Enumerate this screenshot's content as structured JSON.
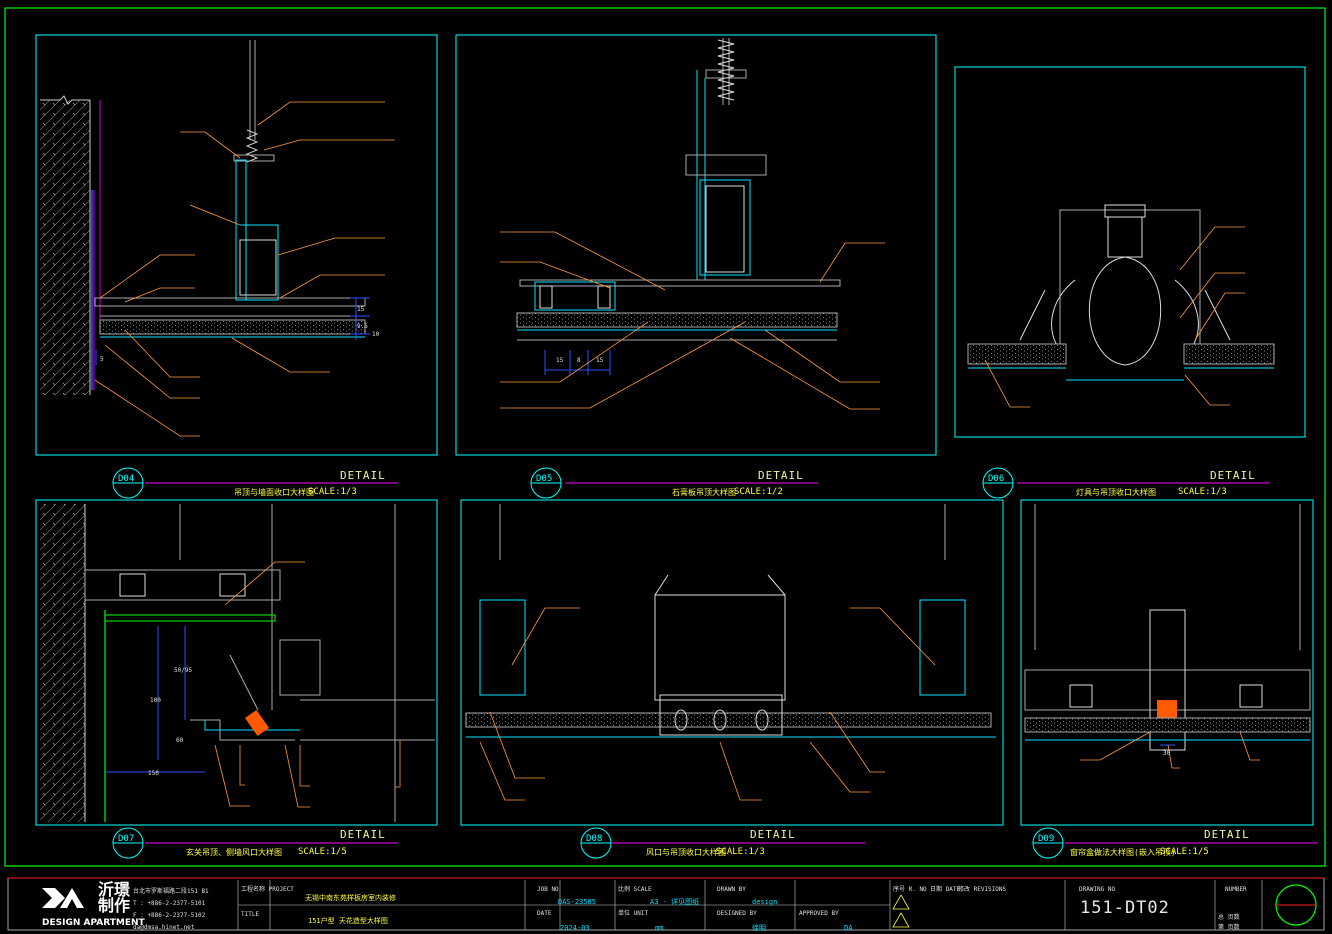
{
  "details": [
    {
      "id": "D04",
      "word": "DETAIL",
      "title": "吊顶与墙面收口大样图",
      "scale": "SCALE:1/3"
    },
    {
      "id": "D05",
      "word": "DETAIL",
      "title": "石膏板吊顶大样图",
      "scale": "SCALE:1/2"
    },
    {
      "id": "D06",
      "word": "DETAIL",
      "title": "灯具与吊顶收口大样图",
      "scale": "SCALE:1/3"
    },
    {
      "id": "D07",
      "word": "DETAIL",
      "title": "玄关吊顶、侧墙风口大样图",
      "scale": "SCALE:1/5"
    },
    {
      "id": "D08",
      "word": "DETAIL",
      "title": "风口与吊顶收口大样图",
      "scale": "SCALE:1/3"
    },
    {
      "id": "D09",
      "word": "DETAIL",
      "title": "窗帘盒做法大样图(嵌入吊顶)",
      "scale": "SCALE:1/5"
    }
  ],
  "titleblock": {
    "logo_cn_1": "沂璟",
    "logo_cn_2": "制作",
    "logo_en": "DESIGN APARTMENT",
    "address": "台北市罗斯福路二段151 B1",
    "tel": "T : +886-2-2377-5101",
    "fax": "F : +886-2-2377-5102",
    "email": "da@dmsa.hinet.net",
    "project_label": "工程名称 PROJECT",
    "project_value": "无锡中南东苑样板房室内装修",
    "title_label": "TITLE",
    "title_value": "151户型 天花造型大样图",
    "job_label": "JOB NO",
    "job_value": "DAS-23585",
    "date_label": "DATE",
    "date_value": "2024-03",
    "scale_label": "比例 SCALE",
    "scale_value": "A3 - 详见图纸",
    "unit_label": "单位 UNIT",
    "unit_value": "mm",
    "drawn_label": "DRAWN BY",
    "drawn_value": "design",
    "designed_label": "DESIGNED BY",
    "designed_value": "徐明",
    "approved_label": "APPROVED BY",
    "approved_value": "DA",
    "rev_label": "序号 R. NO",
    "rev_date": "日期 DATE",
    "rev_desc": "修改 REVISIONS",
    "drawing_no_label": "DRAWING NO",
    "drawing_no": "151-DT02",
    "number_label": "NUMBER",
    "number_a": "总  页数",
    "number_b": "第  页数"
  },
  "annotations": {
    "d04_dim_1": "15",
    "d04_dim_2": "9.5",
    "d04_dim_3": "10",
    "d04_dim_4": "5",
    "d05_dim_1": "15",
    "d05_dim_2": "8",
    "d05_dim_3": "15",
    "d07_dim_1": "150",
    "d07_dim_2": "50/95",
    "d07_dim_3": "100",
    "d07_dim_4": "60",
    "d09_dim_1": "30"
  },
  "colors": {
    "frame": "#00ffff",
    "structure": "#00e5ff",
    "dimension": "#3050ff",
    "leader": "#ff9a40",
    "accent": "#ff00ff",
    "title_yellow": "#ffff40",
    "board": "#00c000",
    "curtain": "#ff5a00"
  }
}
